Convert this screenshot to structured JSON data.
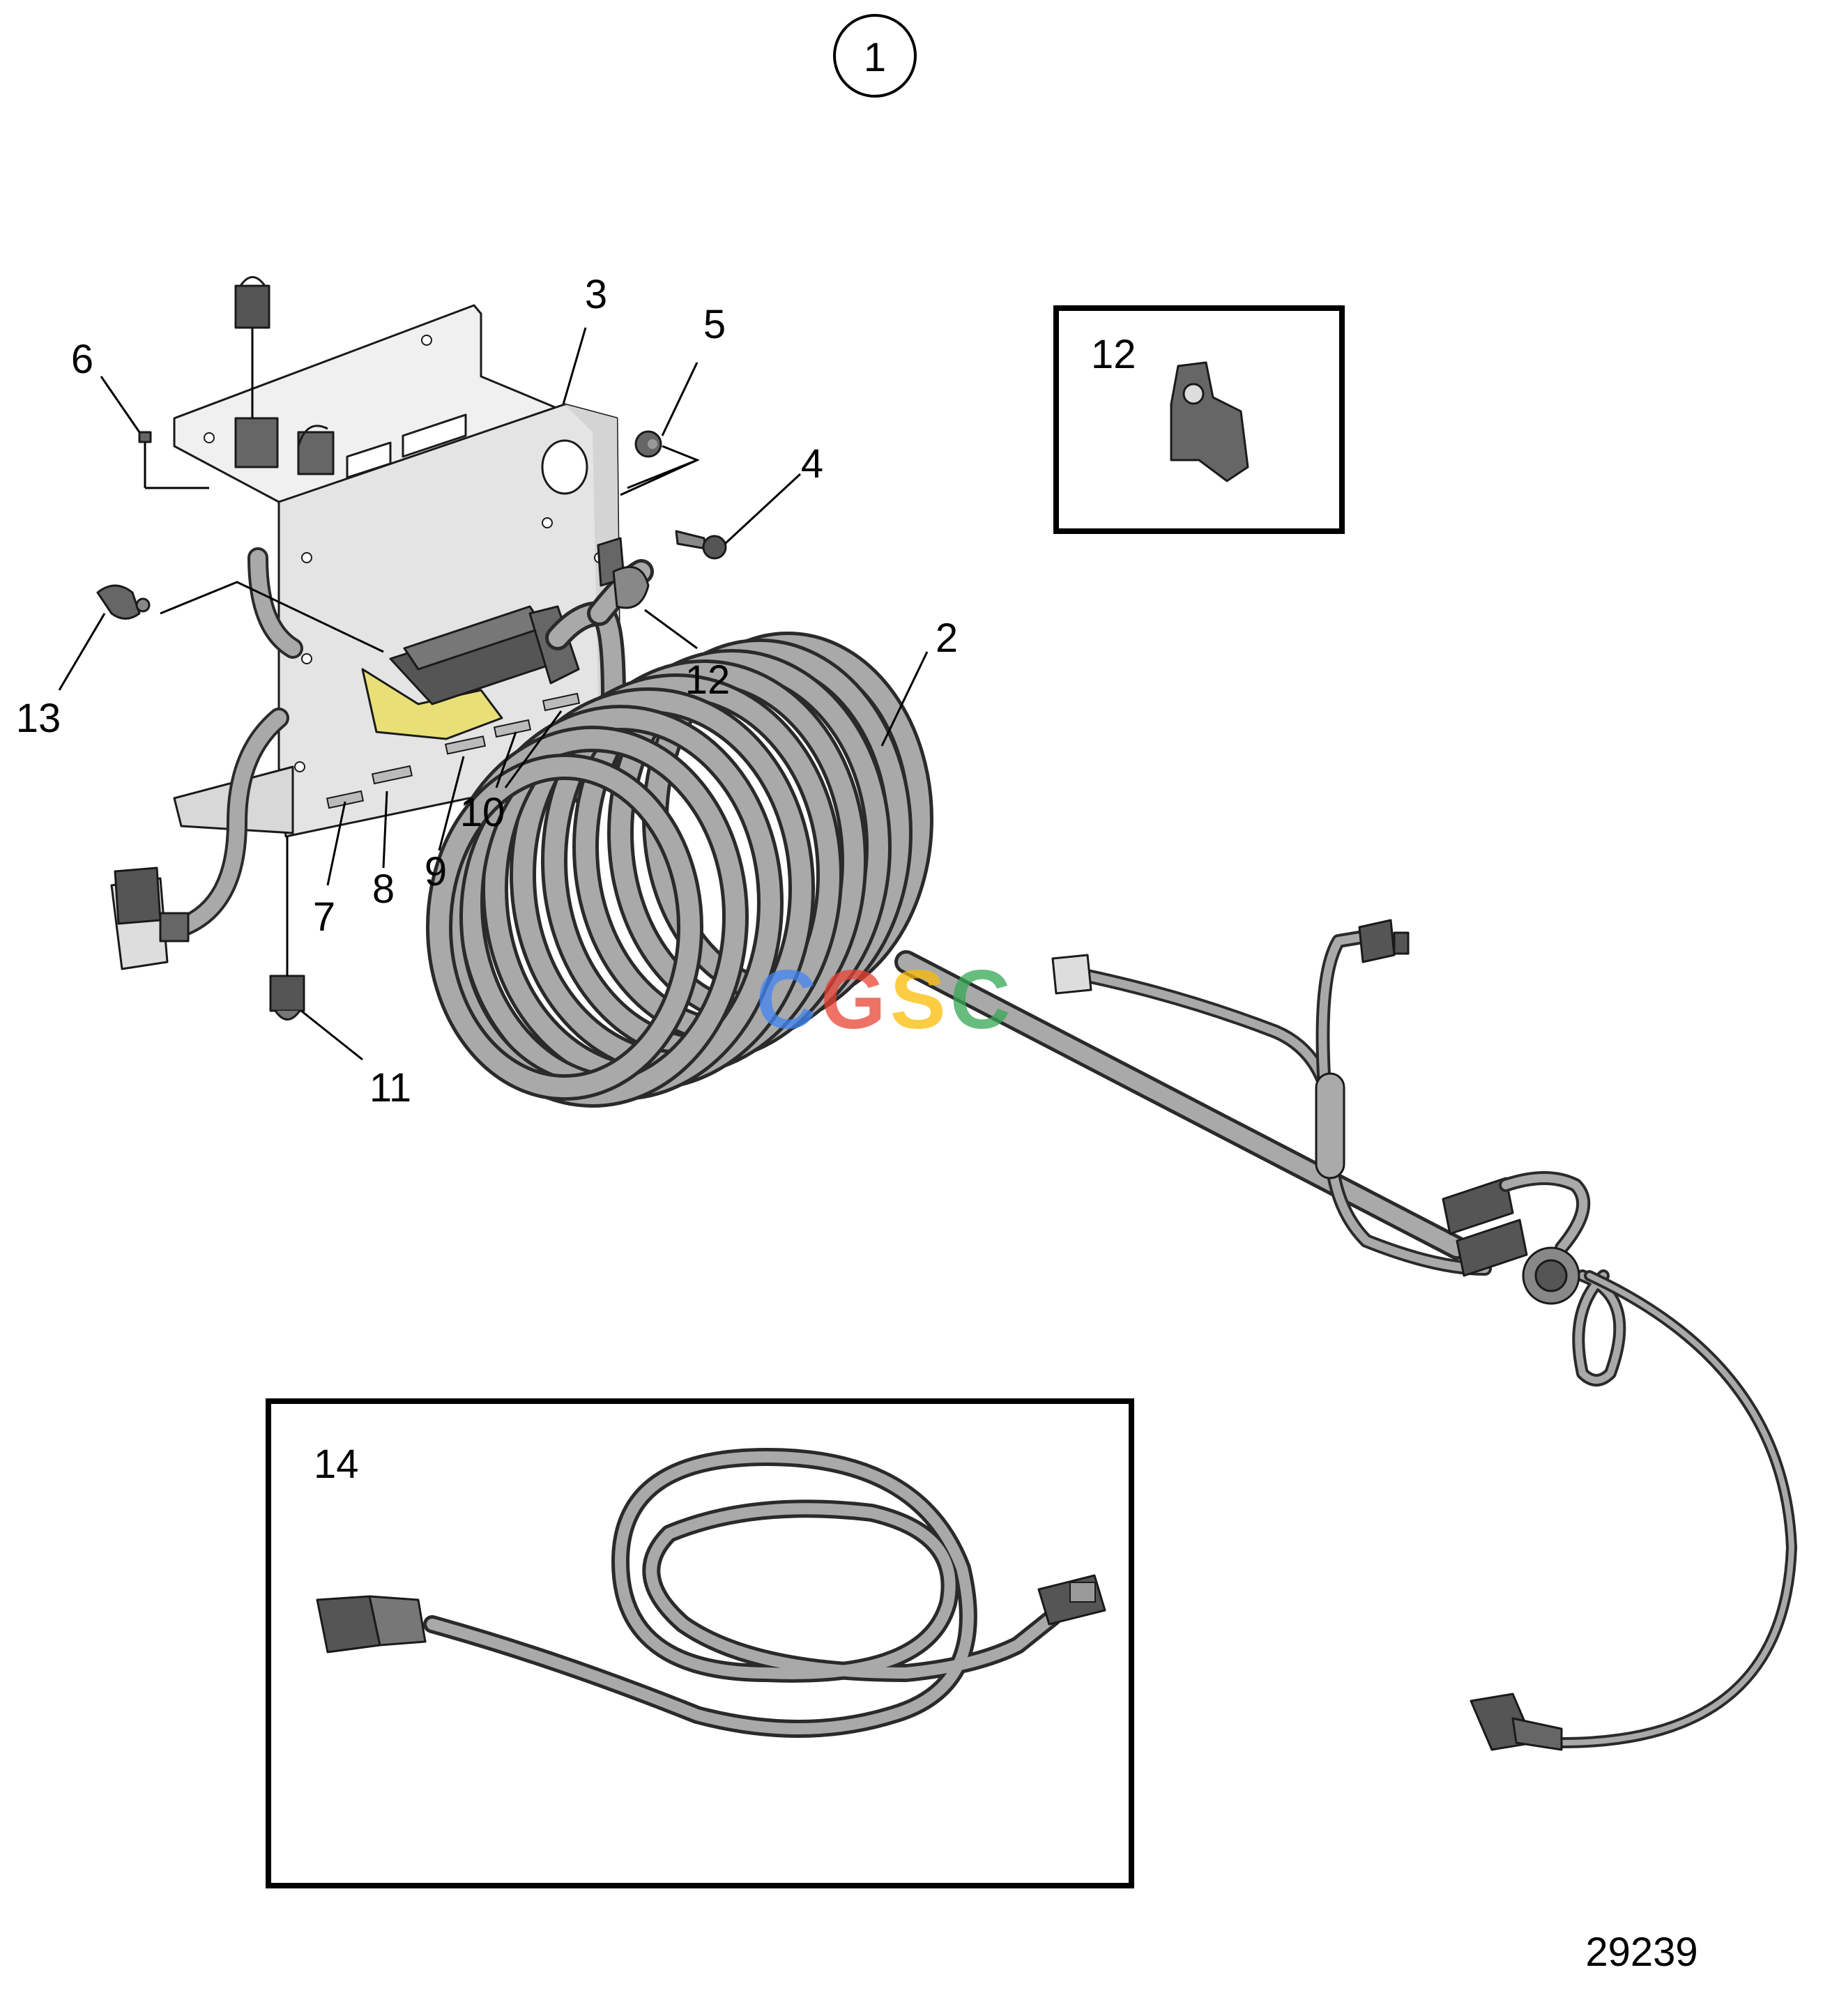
{
  "title_callout": "1",
  "labels": {
    "l2": "2",
    "l3": "3",
    "l4": "4",
    "l5": "5",
    "l6": "6",
    "l7": "7",
    "l8": "8",
    "l9": "9",
    "l10": "10",
    "l11": "11",
    "l12": "12",
    "l13": "13",
    "l14": "14"
  },
  "inset_12_label": "12",
  "inset_14_label": "14",
  "watermark": "CGSC",
  "watermark_colors": [
    "#4285F4",
    "#EA4335",
    "#FBBC05",
    "#34A853"
  ],
  "figure_number": "29239",
  "colors": {
    "cable_fill": "#a9a9a9",
    "plate_fill": "#e6e6e6",
    "connector_fill": "#555555",
    "yellow_bracket": "#e8e076"
  },
  "parts": [
    "bracket-plate",
    "main-cable-harness-coil",
    "screw",
    "nut",
    "small-screw",
    "connector",
    "cable-clip",
    "cable-tie",
    "extension-cable"
  ]
}
